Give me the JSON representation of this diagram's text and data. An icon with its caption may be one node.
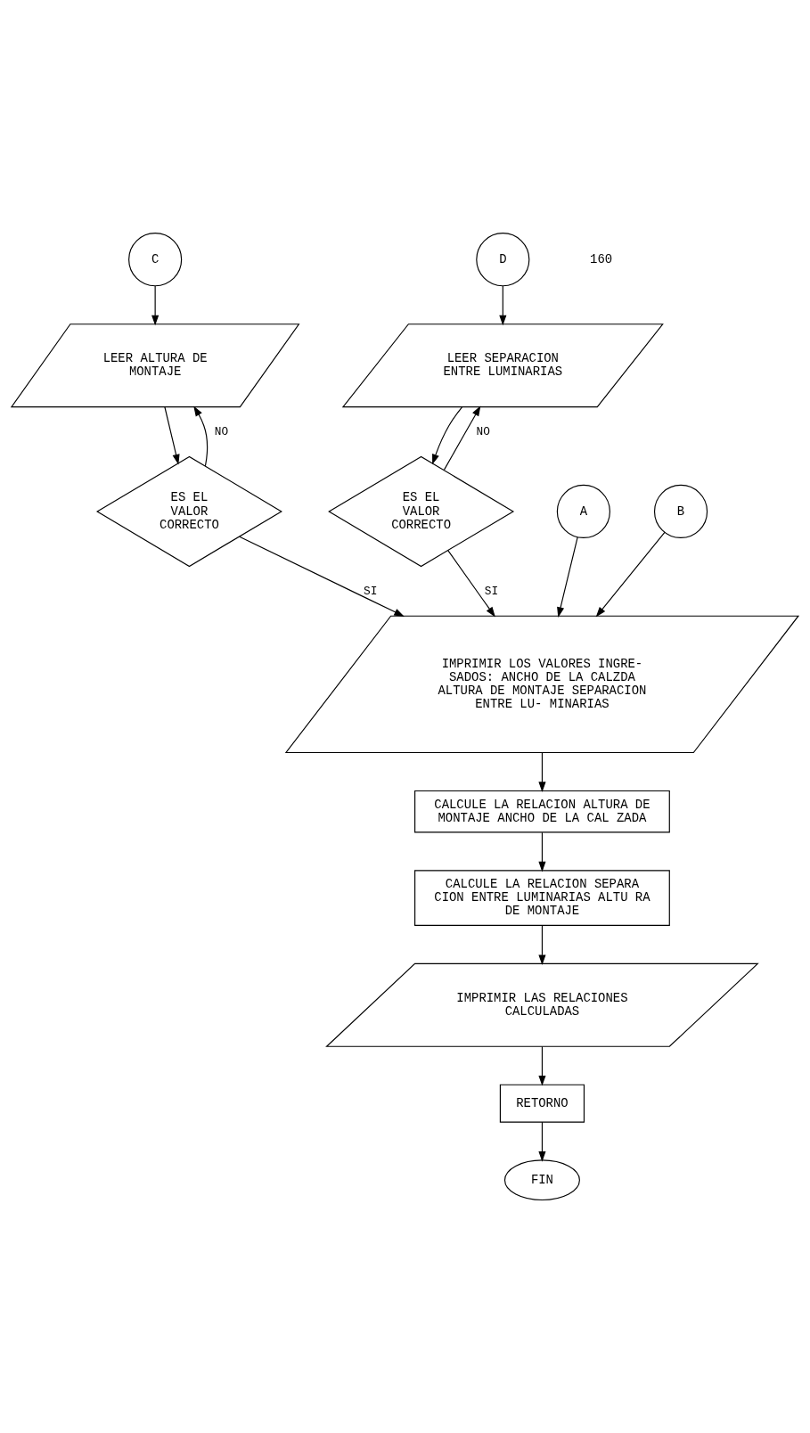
{
  "diagram": {
    "nodes": [
      {
        "text": [
          "C"
        ]
      },
      {
        "text": [
          "LEER ALTURA DE MONTAJE"
        ]
      },
      {
        "text": [
          "ES EL VALOR CORRECTO"
        ]
      },
      {
        "text": [
          "D"
        ]
      },
      {
        "text": [
          "LEER SEPARACION ENTRE LUMINARIAS"
        ]
      },
      {
        "text": [
          "ES EL VALOR CORRECTO"
        ]
      },
      {
        "text": [
          "A"
        ]
      },
      {
        "text": [
          "B"
        ]
      },
      {
        "text": [
          "IMPRIMIR LOS VALORES INGRE- SADOS: ANCHO DE LA CALZDA ALTURA DE MONTAJE SEPARACION ENTRE LU- MINARIAS"
        ]
      },
      {
        "text": [
          "CALCULE LA RELACION ALTURA DE MONTAJE ANCHO DE LA CAL ZADA"
        ]
      },
      {
        "text": [
          "CALCULE LA RELACION SEPARA CION ENTRE LUMINARIAS ALTU RA DE MONTAJE"
        ]
      },
      {
        "text": [
          "IMPRIMIR LAS RELACIONES CALCULADAS"
        ]
      },
      {
        "text": [
          "RETORNO"
        ]
      },
      {
        "text": [
          "FIN"
        ]
      }
    ],
    "edges": [
      {
        "from": 0,
        "to": 1,
        "arrow": "to"
      },
      {
        "from": 1,
        "to": 2,
        "arrow": "to"
      },
      {
        "from": 2,
        "to": 1,
        "arrow": "to",
        "label": "NO"
      },
      {
        "from": 3,
        "to": 4,
        "arrow": "to"
      },
      {
        "from": 4,
        "to": 5,
        "arrow": "to"
      },
      {
        "from": 5,
        "to": 4,
        "arrow": "to",
        "label": "NO"
      },
      {
        "from": 2,
        "to": 8,
        "arrow": "to",
        "label": "SI"
      },
      {
        "from": 6,
        "to": 8,
        "arrow": "to"
      },
      {
        "from": 7,
        "to": 8,
        "arrow": "to"
      },
      {
        "from": 5,
        "to": 8,
        "arrow": "to",
        "label": "SI"
      },
      {
        "from": 8,
        "to": 9,
        "arrow": "to"
      },
      {
        "from": 9,
        "to": 10,
        "arrow": "to"
      },
      {
        "from": 10,
        "to": 11,
        "arrow": "to"
      },
      {
        "from": 11,
        "to": 12,
        "arrow": "to"
      },
      {
        "from": 12,
        "to": 13,
        "arrow": "to"
      }
    ],
    "labels": [
      "160"
    ]
  }
}
